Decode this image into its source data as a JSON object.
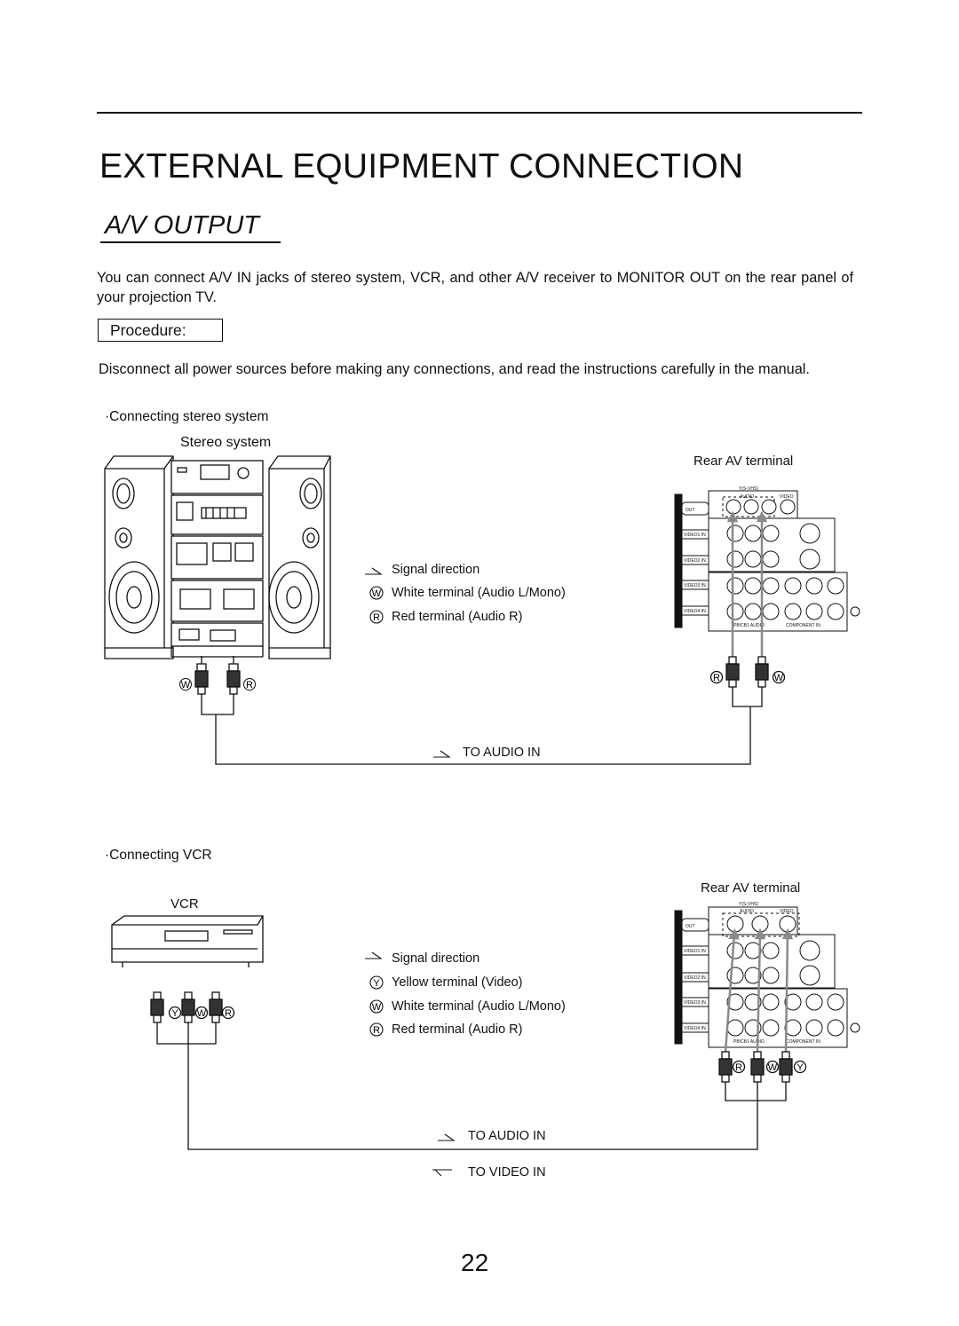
{
  "page": {
    "title": "EXTERNAL EQUIPMENT CONNECTION",
    "subtitle": "A/V OUTPUT",
    "intro": "You can connect A/V IN jacks of stereo system, VCR, and other A/V receiver to MONITOR OUT on the rear panel of your projection TV.",
    "procedure_label": "Procedure:",
    "warning": "Disconnect all power sources before making any connections, and read the instructions carefully in the manual.",
    "page_number": "22"
  },
  "stereo_section": {
    "heading": "·Connecting stereo system",
    "device_label": "Stereo system",
    "terminal_label": "Rear AV terminal",
    "legend": [
      {
        "symbol": "",
        "text": "Signal direction"
      },
      {
        "symbol": "W",
        "text": "White terminal (Audio L/Mono)"
      },
      {
        "symbol": "R",
        "text": "Red terminal (Audio R)"
      }
    ],
    "plug_left": [
      "W",
      "R"
    ],
    "plug_right": [
      "R",
      "W"
    ],
    "flow_label": "TO AUDIO IN"
  },
  "vcr_section": {
    "heading": "·Connecting VCR",
    "device_label": "VCR",
    "terminal_label": "Rear AV terminal",
    "legend": [
      {
        "symbol": "",
        "text": "Signal direction"
      },
      {
        "symbol": "Y",
        "text": "Yellow terminal (Video)"
      },
      {
        "symbol": "W",
        "text": "White terminal (Audio L/Mono)"
      },
      {
        "symbol": "R",
        "text": "Red terminal (Audio R)"
      }
    ],
    "plug_left": [
      "Y",
      "W",
      "R"
    ],
    "plug_right": [
      "R",
      "W",
      "Y"
    ],
    "flow_audio_label": "TO AUDIO IN",
    "flow_video_label": "TO VIDEO IN"
  },
  "panel_labels": {
    "out": "OUT",
    "rows": [
      "VIDEO1 IN",
      "VIDEO2 IN",
      "VIDEO3 IN",
      "VIDEO4 IN"
    ],
    "top_caption": "Y(S-VHS)",
    "audio": "AUDIO",
    "video": "VIDEO",
    "bottom_left": "PB/CB1 AUDIO",
    "bottom_right": "COMPONENT IN"
  },
  "colors": {
    "ink": "#111111",
    "signal_arrow": "#8a8a8a"
  }
}
